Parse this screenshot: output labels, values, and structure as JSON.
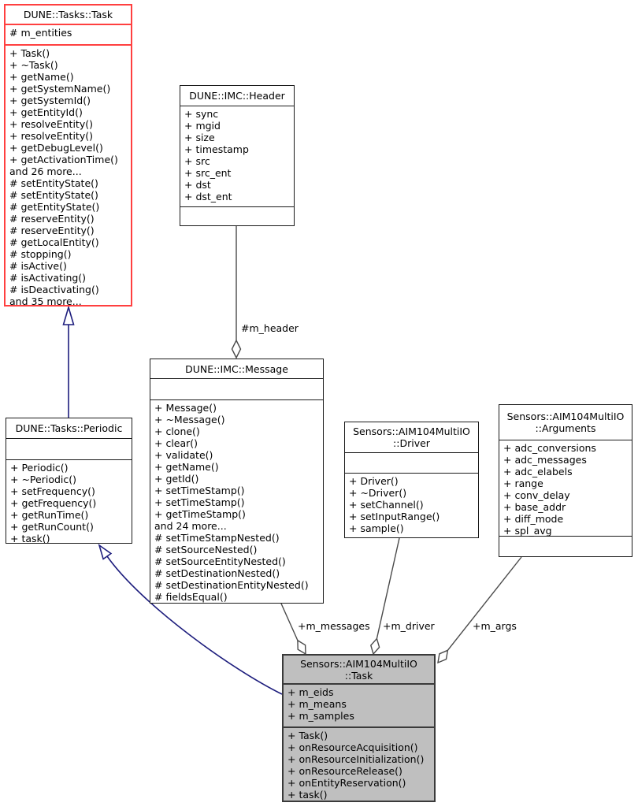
{
  "diagram": {
    "kind": "doxygen-collaboration-diagram",
    "colors": {
      "truncated_border_red": "#ff4040",
      "highlight_node_fill": "#bfbfbf",
      "inheritance_edge_blue": "#1d1d7d",
      "aggregation_edge_gray": "#4a4a4a",
      "node_border_black": "#1a1a1a"
    },
    "classes": {
      "dune_tasks_task": {
        "title": "DUNE::Tasks::Task",
        "attributes": [
          "# m_entities"
        ],
        "methods": [
          "+ Task()",
          "+ ~Task()",
          "+ getName()",
          "+ getSystemName()",
          "+ getSystemId()",
          "+ getEntityId()",
          "+ resolveEntity()",
          "+ resolveEntity()",
          "+ getDebugLevel()",
          "+ getActivationTime()",
          "and 26 more...",
          "# setEntityState()",
          "# setEntityState()",
          "# getEntityState()",
          "# reserveEntity()",
          "# reserveEntity()",
          "# getLocalEntity()",
          "# stopping()",
          "# isActive()",
          "# isActivating()",
          "# isDeactivating()",
          "and 35 more..."
        ]
      },
      "imc_header": {
        "title": "DUNE::IMC::Header",
        "attributes": [
          "+ sync",
          "+ mgid",
          "+ size",
          "+ timestamp",
          "+ src",
          "+ src_ent",
          "+ dst",
          "+ dst_ent"
        ],
        "methods": []
      },
      "tasks_periodic": {
        "title": "DUNE::Tasks::Periodic",
        "attributes": [],
        "methods": [
          "+ Periodic()",
          "+ ~Periodic()",
          "+ setFrequency()",
          "+ getFrequency()",
          "+ getRunTime()",
          "+ getRunCount()",
          "+ task()"
        ]
      },
      "imc_message": {
        "title": "DUNE::IMC::Message",
        "attributes": [],
        "methods": [
          "+ Message()",
          "+ ~Message()",
          "+ clone()",
          "+ clear()",
          "+ validate()",
          "+ getName()",
          "+ getId()",
          "+ setTimeStamp()",
          "+ setTimeStamp()",
          "+ getTimeStamp()",
          "and 24 more...",
          "# setTimeStampNested()",
          "# setSourceNested()",
          "# setSourceEntityNested()",
          "# setDestinationNested()",
          "# setDestinationEntityNested()",
          "# fieldsEqual()"
        ]
      },
      "multiio_driver": {
        "title": "Sensors::AIM104MultiIO\n::Driver",
        "attributes": [],
        "methods": [
          "+ Driver()",
          "+ ~Driver()",
          "+ setChannel()",
          "+ setInputRange()",
          "+ sample()"
        ]
      },
      "multiio_arguments": {
        "title": "Sensors::AIM104MultiIO\n::Arguments",
        "attributes": [
          "+ adc_conversions",
          "+ adc_messages",
          "+ adc_elabels",
          "+ range",
          "+ conv_delay",
          "+ base_addr",
          "+ diff_mode",
          "+ spl_avg"
        ],
        "methods": []
      },
      "multiio_task": {
        "title": "Sensors::AIM104MultiIO\n::Task",
        "attributes": [
          "+ m_eids",
          "+ m_means",
          "+ m_samples"
        ],
        "methods": [
          "+ Task()",
          "+ onResourceAcquisition()",
          "+ onResourceInitialization()",
          "+ onResourceRelease()",
          "+ onEntityReservation()",
          "+ task()"
        ]
      }
    },
    "edges": {
      "m_header": {
        "label": "#m_header"
      },
      "m_messages": {
        "label": "+m_messages"
      },
      "m_driver": {
        "label": "+m_driver"
      },
      "m_args": {
        "label": "+m_args"
      }
    }
  }
}
